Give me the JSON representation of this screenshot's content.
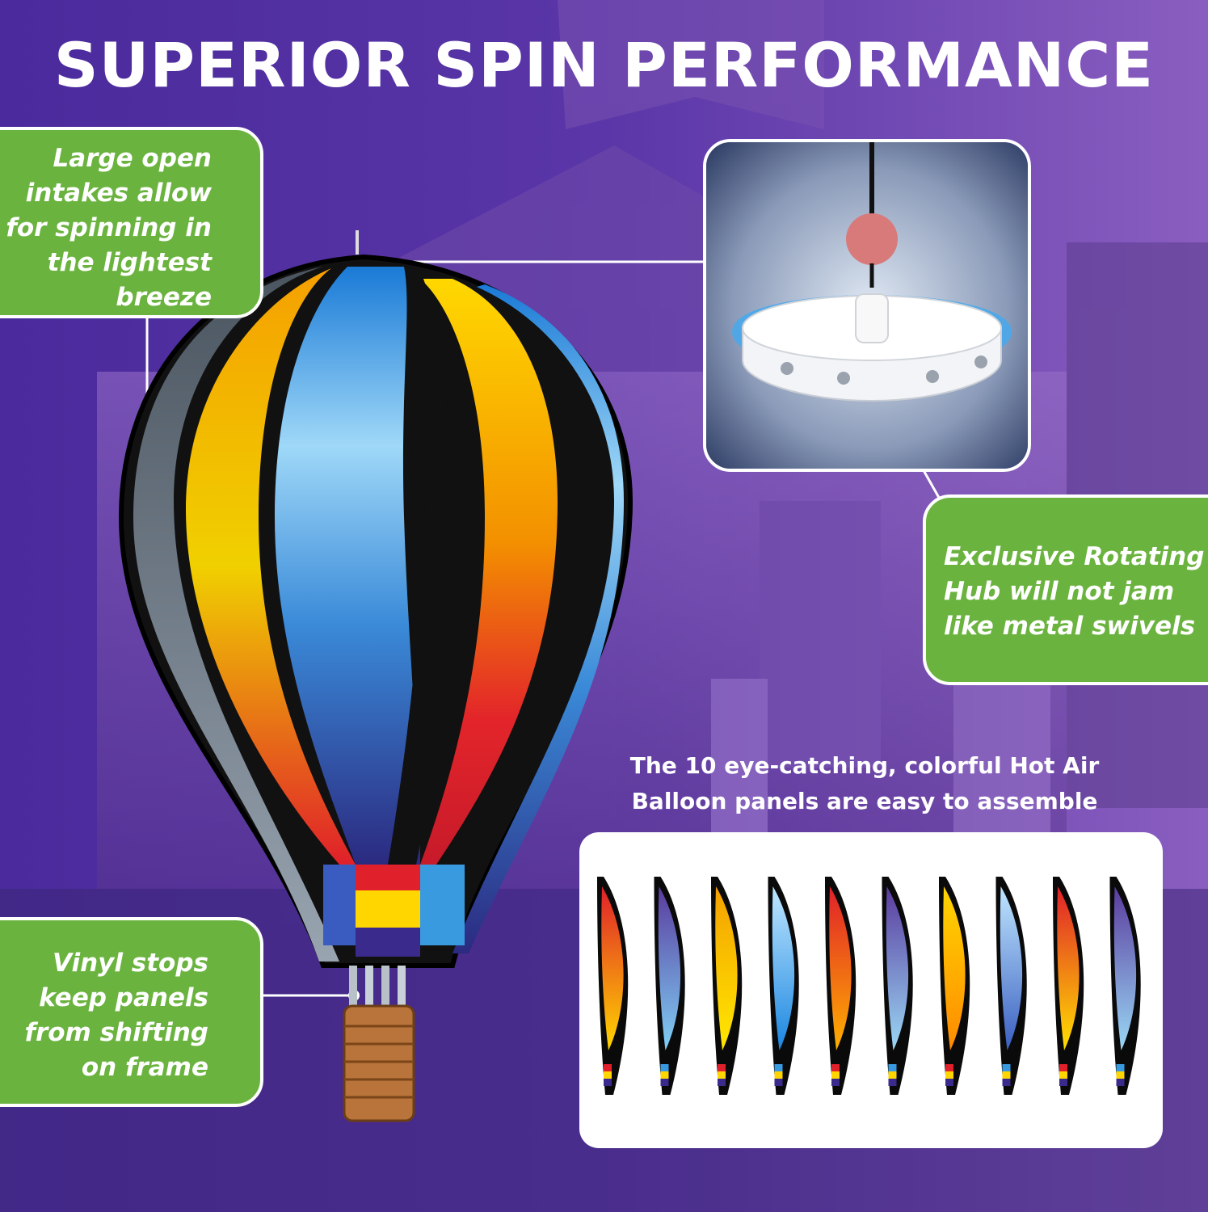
{
  "headline": "SUPERIOR SPIN PERFORMANCE",
  "callouts": {
    "intakes": "Large open\nintakes allow\nfor spinning in\nthe lightest\nbreeze",
    "hub": "Exclusive Rotating\nHub will not jam\nlike metal swivels",
    "vinyl": "Vinyl stops\nkeep panels\nfrom shifting\non frame"
  },
  "panels_caption": "The 10 eye-catching, colorful Hot Air\nBalloon panels are easy to assemble",
  "panels": [
    {
      "name": "panel-1",
      "top": "#e0202a",
      "bottom": "#ffd600"
    },
    {
      "name": "panel-2",
      "top": "#5a3b9e",
      "bottom": "#7fd0f5"
    },
    {
      "name": "panel-3",
      "top": "#f4a000",
      "bottom": "#ffe800"
    },
    {
      "name": "panel-4",
      "top": "#bfe6ff",
      "bottom": "#1a86e0"
    },
    {
      "name": "panel-5",
      "top": "#e0202a",
      "bottom": "#ffb000"
    },
    {
      "name": "panel-6",
      "top": "#5a3b9e",
      "bottom": "#9ad8f5"
    },
    {
      "name": "panel-7",
      "top": "#ffd600",
      "bottom": "#ff8a00"
    },
    {
      "name": "panel-8",
      "top": "#bfe6ff",
      "bottom": "#3a5fc0"
    },
    {
      "name": "panel-9",
      "top": "#e0202a",
      "bottom": "#ffe000"
    },
    {
      "name": "panel-10",
      "top": "#5a3b9e",
      "bottom": "#9ad8f5"
    }
  ],
  "colors": {
    "callout_green": "#6bb33f",
    "background_purple": "#4a2a9c",
    "house_overlay": "#8a5ec0"
  }
}
